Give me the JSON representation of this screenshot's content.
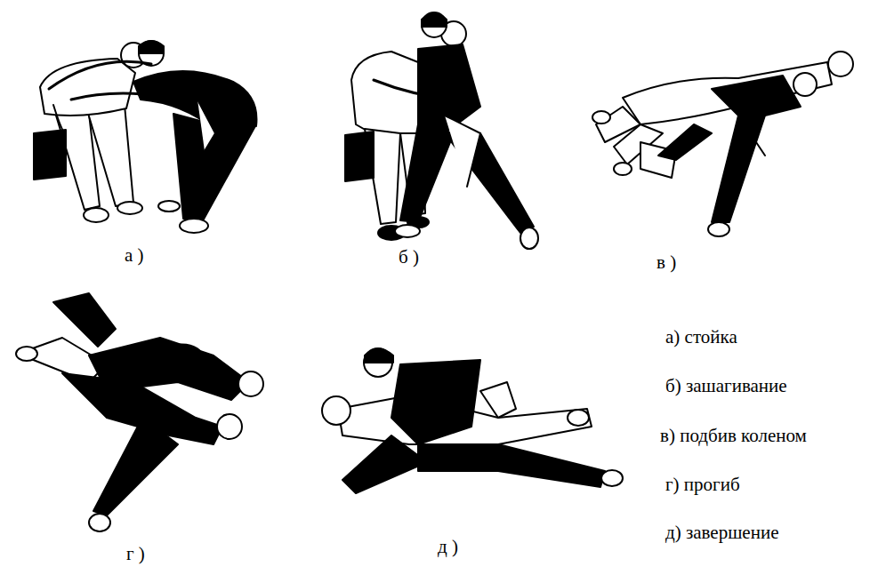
{
  "diagram": {
    "labels": [
      "а )",
      "б )",
      "в )",
      "а) стойка",
      "б) зашагивание",
      "в) подбив коленом",
      "г) прогиб",
      "д) завершение",
      "г )",
      "д )"
    ]
  }
}
